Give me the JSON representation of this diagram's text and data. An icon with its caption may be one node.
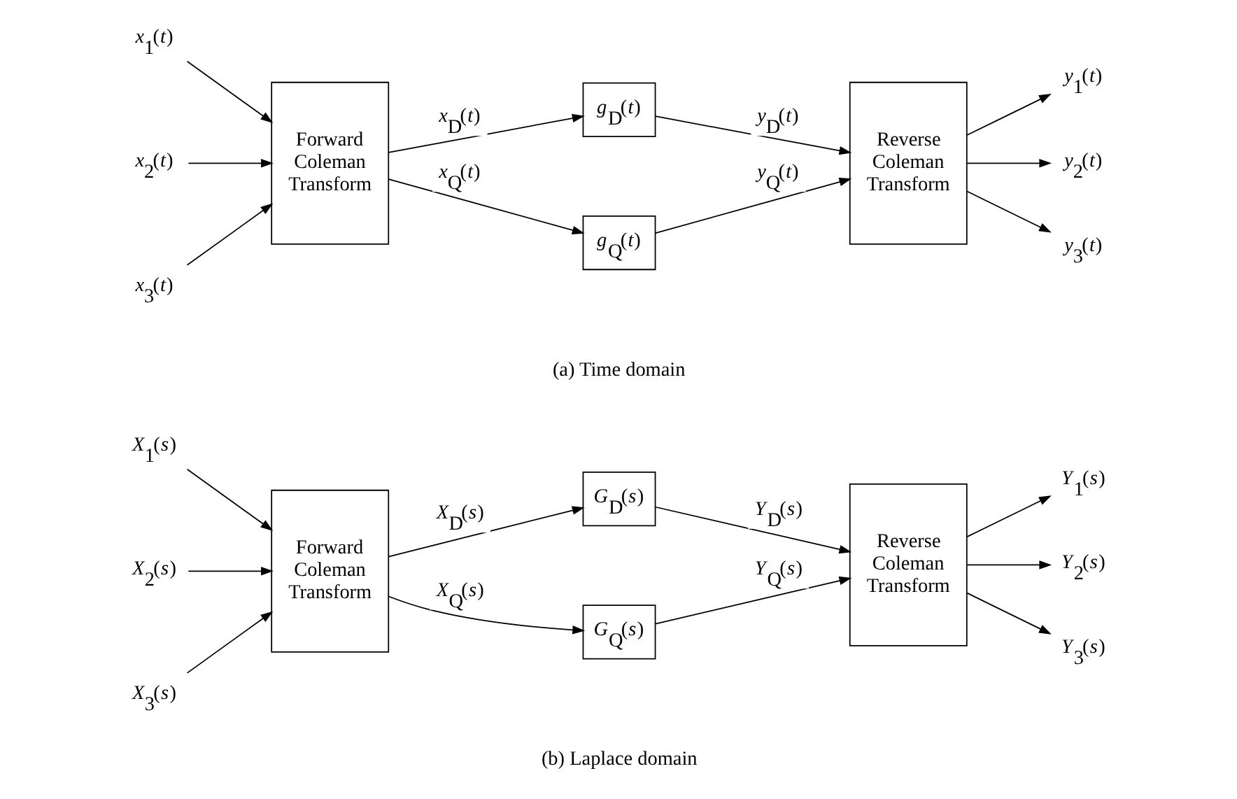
{
  "diagram": {
    "nodes": [
      {
        "text": [
          "*x*$_{1}$(*t*)"
        ]
      },
      {
        "text": [
          "*x*$_{2}$(*t*)"
        ]
      },
      {
        "text": [
          "*x*$_{3}$(*t*)"
        ]
      },
      {
        "text": [
          "Forward Coleman Transform"
        ]
      },
      {
        "text": [
          "*g*$_{D}$(*t*)"
        ]
      },
      {
        "text": [
          "*g*$_{Q}$(*t*)"
        ]
      },
      {
        "text": [
          "Reverse Coleman Transform"
        ]
      },
      {
        "text": [
          "*y*$_{1}$(*t*)"
        ]
      },
      {
        "text": [
          "*y*$_{2}$(*t*)"
        ]
      },
      {
        "text": [
          "*y*$_{3}$(*t*)"
        ]
      },
      {
        "text": [
          "*X*$_{1}$(*s*)"
        ]
      },
      {
        "text": [
          "*X*$_{2}$(*s*)"
        ]
      },
      {
        "text": [
          "*X*$_{3}$(*s*)"
        ]
      },
      {
        "text": [
          "Forward Coleman Transform"
        ]
      },
      {
        "text": [
          "*G*$_{D}$(*s*)"
        ]
      },
      {
        "text": [
          "*G*$_{Q}$(*s*)"
        ]
      },
      {
        "text": [
          "Reverse Coleman Transform"
        ]
      },
      {
        "text": [
          "*Y*$_{1}$(*s*)"
        ]
      },
      {
        "text": [
          "*Y*$_{2}$(*s*)"
        ]
      },
      {
        "text": [
          "*Y*$_{3}$(*s*)"
        ]
      }
    ],
    "edges": [
      {
        "from": 0,
        "to": 3,
        "arrow": "to"
      },
      {
        "from": 1,
        "to": 3,
        "arrow": "to"
      },
      {
        "from": 2,
        "to": 3,
        "arrow": "to"
      },
      {
        "from": 3,
        "to": 4,
        "arrow": "to",
        "label": "*x*$_{D}$(*t*)"
      },
      {
        "from": 3,
        "to": 5,
        "arrow": "to",
        "label": "*x*$_{Q}$(*t*)"
      },
      {
        "from": 4,
        "to": 6,
        "arrow": "to",
        "label": "*y*$_{D}$(*t*)"
      },
      {
        "from": 5,
        "to": 6,
        "arrow": "to",
        "label": "*y*$_{Q}$(*t*)"
      },
      {
        "from": 6,
        "to": 7,
        "arrow": "to"
      },
      {
        "from": 6,
        "to": 8,
        "arrow": "to"
      },
      {
        "from": 6,
        "to": 9,
        "arrow": "to"
      },
      {
        "from": 10,
        "to": 13,
        "arrow": "to"
      },
      {
        "from": 11,
        "to": 13,
        "arrow": "to"
      },
      {
        "from": 12,
        "to": 13,
        "arrow": "to"
      },
      {
        "from": 13,
        "to": 14,
        "arrow": "to",
        "label": "*X*$_{D}$(*s*)"
      },
      {
        "from": 13,
        "to": 15,
        "arrow": "to",
        "label": "*X*$_{Q}$(*s*)"
      },
      {
        "from": 14,
        "to": 16,
        "arrow": "to",
        "label": "*Y*$_{D}$(*s*)"
      },
      {
        "from": 15,
        "to": 16,
        "arrow": "to",
        "label": "*Y*$_{Q}$(*s*)"
      },
      {
        "from": 16,
        "to": 17,
        "arrow": "to"
      },
      {
        "from": 16,
        "to": 18,
        "arrow": "to"
      },
      {
        "from": 16,
        "to": 19,
        "arrow": "to"
      }
    ],
    "labels": [
      "(a) Time domain",
      "(b) Laplace domain"
    ]
  }
}
